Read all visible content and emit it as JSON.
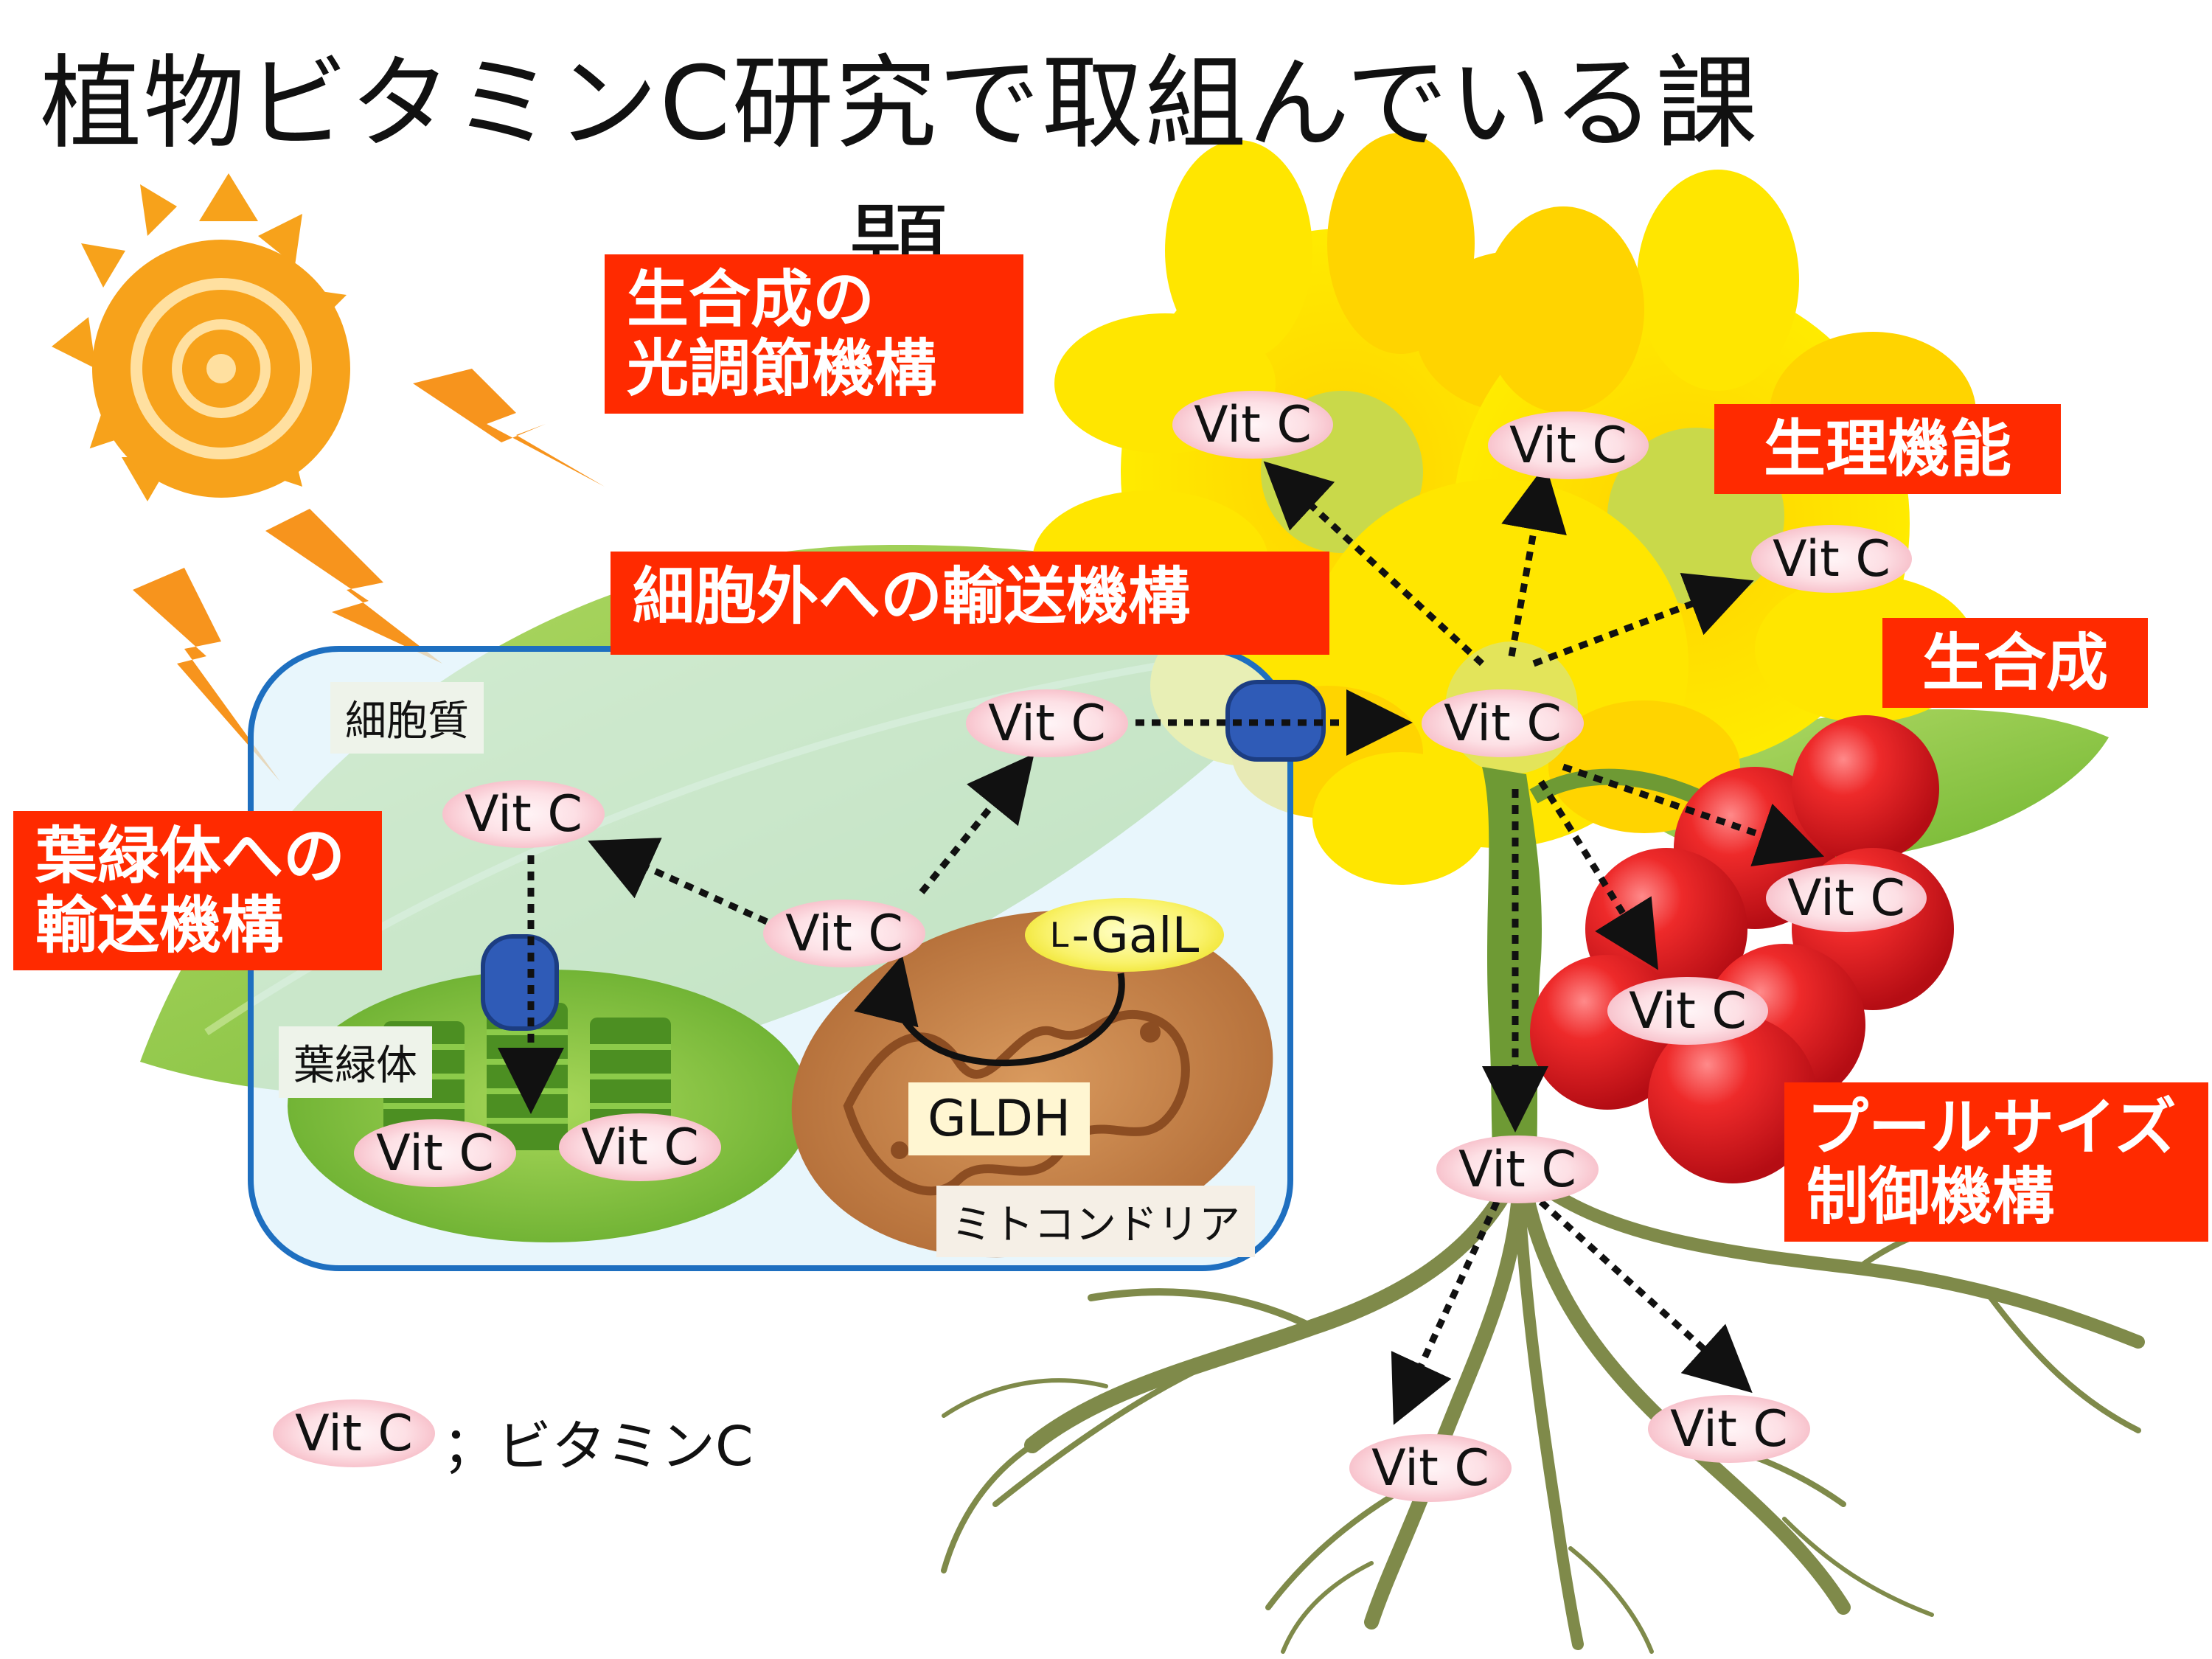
{
  "title": "植物ビタミンC研究で取組んでいる課題",
  "labels": {
    "photoregulation": [
      "生合成の",
      "光調節機構"
    ],
    "physiology": "生理機能",
    "extracellular": "細胞外への輸送機構",
    "biosynthesis": "生合成",
    "chloroplast_transport": [
      "葉緑体への",
      "輸送機構"
    ],
    "poolsize": [
      "プールサイズ",
      "制御機構"
    ]
  },
  "compartments": {
    "cytoplasm": "細胞質",
    "chloroplast": "葉緑体",
    "mitochondria": "ミトコンドリア",
    "enzyme": "GLDH"
  },
  "molecules": {
    "vitc": "Vit C",
    "galactono_prefix": "L",
    "galactono_rest": "-GalL"
  },
  "legend": {
    "symbol": "Vit C",
    "text": "；ビタミンC"
  },
  "colors": {
    "red_label": "#ff2a00",
    "cell_border": "#1e6fc0",
    "cell_fill": "#dff2fb",
    "transporter": "#2f5bb7",
    "flower": "#ffe000",
    "leaf": "#8cc63f",
    "berry": "#e0202a",
    "sun": "#f7a21b"
  },
  "icons": [
    "sun-icon",
    "lightning-icon",
    "transporter-icon",
    "flower-icon",
    "berry-icon",
    "root-icon",
    "leaf-icon",
    "chloroplast-icon",
    "mitochondria-icon"
  ]
}
